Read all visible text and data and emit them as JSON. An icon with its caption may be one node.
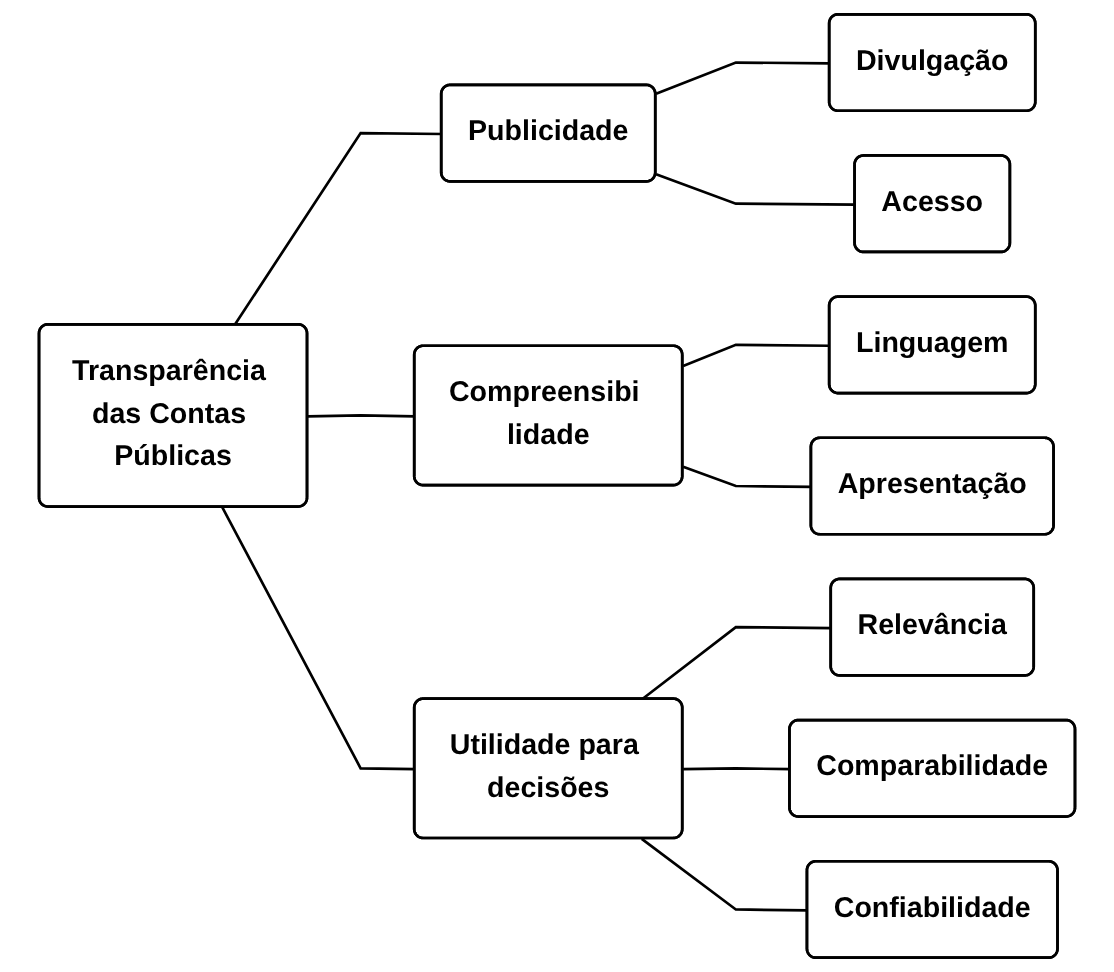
{
  "diagram": {
    "nodes": [
      {
        "text": [
          "Transparência das Contas Públicas"
        ]
      },
      {
        "text": [
          "Publicidade"
        ]
      },
      {
        "text": [
          "Divulgação"
        ]
      },
      {
        "text": [
          "Acesso"
        ]
      },
      {
        "text": [
          "Compreensibi lidade"
        ]
      },
      {
        "text": [
          "Linguagem"
        ]
      },
      {
        "text": [
          "Apresentação"
        ]
      },
      {
        "text": [
          "Utilidade para decisões"
        ]
      },
      {
        "text": [
          "Relevância"
        ]
      },
      {
        "text": [
          "Comparabilidade"
        ]
      },
      {
        "text": [
          "Confiabilidade"
        ]
      }
    ],
    "edges": [
      {
        "from": 0,
        "to": 1,
        "arrow": "none"
      },
      {
        "from": 0,
        "to": 4,
        "arrow": "none"
      },
      {
        "from": 0,
        "to": 7,
        "arrow": "none"
      },
      {
        "from": 1,
        "to": 2,
        "arrow": "none"
      },
      {
        "from": 1,
        "to": 3,
        "arrow": "none"
      },
      {
        "from": 4,
        "to": 5,
        "arrow": "none"
      },
      {
        "from": 4,
        "to": 6,
        "arrow": "none"
      },
      {
        "from": 7,
        "to": 8,
        "arrow": "none"
      },
      {
        "from": 7,
        "to": 9,
        "arrow": "none"
      },
      {
        "from": 7,
        "to": 10,
        "arrow": "none"
      }
    ]
  }
}
